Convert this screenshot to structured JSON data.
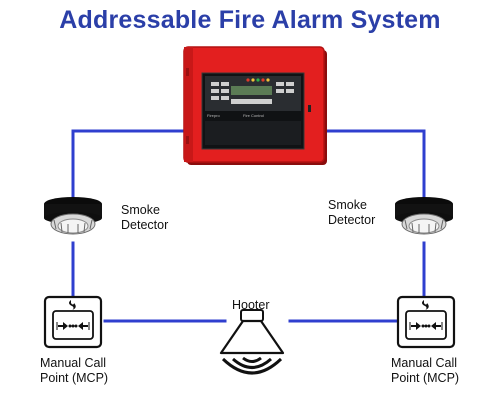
{
  "title": "Addressable Fire Alarm System",
  "panel": {
    "brand": "Firepro",
    "name": "Fire Control",
    "led_colors": [
      "#e03a2a",
      "#f2c23a",
      "#31b34a",
      "#e03a2a",
      "#f2c23a"
    ]
  },
  "devices": {
    "smoke_left": {
      "line1": "Smoke",
      "line2": "Detector"
    },
    "smoke_right": {
      "line1": "Smoke",
      "line2": "Detector"
    },
    "hooter": {
      "label": "Hooter"
    },
    "mcp_left": {
      "line1": "Manual Call",
      "line2": "Point (MCP)"
    },
    "mcp_right": {
      "line1": "Manual Call",
      "line2": "Point (MCP)"
    }
  },
  "colors": {
    "title": "#2b3fa8",
    "wire": "#2f3fcf",
    "panel_red": "#e31f1f",
    "panel_dark": "#b31212"
  },
  "icons": {
    "smoke": "smoke-detector-icon",
    "mcp": "manual-call-point-icon",
    "hooter": "hooter-speaker-icon"
  }
}
